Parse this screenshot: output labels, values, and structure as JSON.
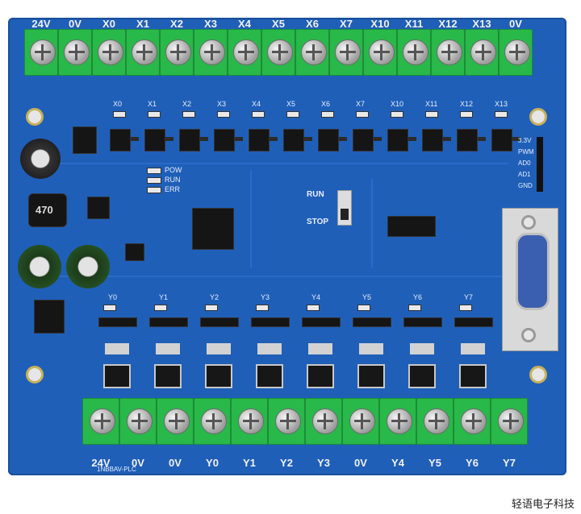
{
  "board": {
    "top_terminals": [
      "24V",
      "0V",
      "X0",
      "X1",
      "X2",
      "X3",
      "X4",
      "X5",
      "X6",
      "X7",
      "X10",
      "X11",
      "X12",
      "X13",
      "0V"
    ],
    "bottom_terminals": [
      "24V",
      "0V",
      "0V",
      "Y0",
      "Y1",
      "Y2",
      "Y3",
      "0V",
      "Y4",
      "Y5",
      "Y6",
      "Y7"
    ],
    "input_led_labels": [
      "X0",
      "X1",
      "X2",
      "X3",
      "X4",
      "X5",
      "X6",
      "X7",
      "X10",
      "X11",
      "X12",
      "X13"
    ],
    "output_led_labels": [
      "Y0",
      "Y1",
      "Y2",
      "Y3",
      "Y4",
      "Y5",
      "Y6",
      "Y7"
    ],
    "status_leds": [
      "POW",
      "RUN",
      "ERR"
    ],
    "switch_labels": {
      "run": "RUN",
      "stop": "STOP"
    },
    "header_pins": [
      "3.3V",
      "PWM",
      "AD0",
      "AD1",
      "GND"
    ],
    "inductor_label": "470",
    "model_text": "1NBBAV-PLC"
  },
  "caption": "轻语电子科技",
  "colors": {
    "pcb": "#1f5fb8",
    "terminal": "#29b84a",
    "silkscreen": "#f2f2f2"
  }
}
